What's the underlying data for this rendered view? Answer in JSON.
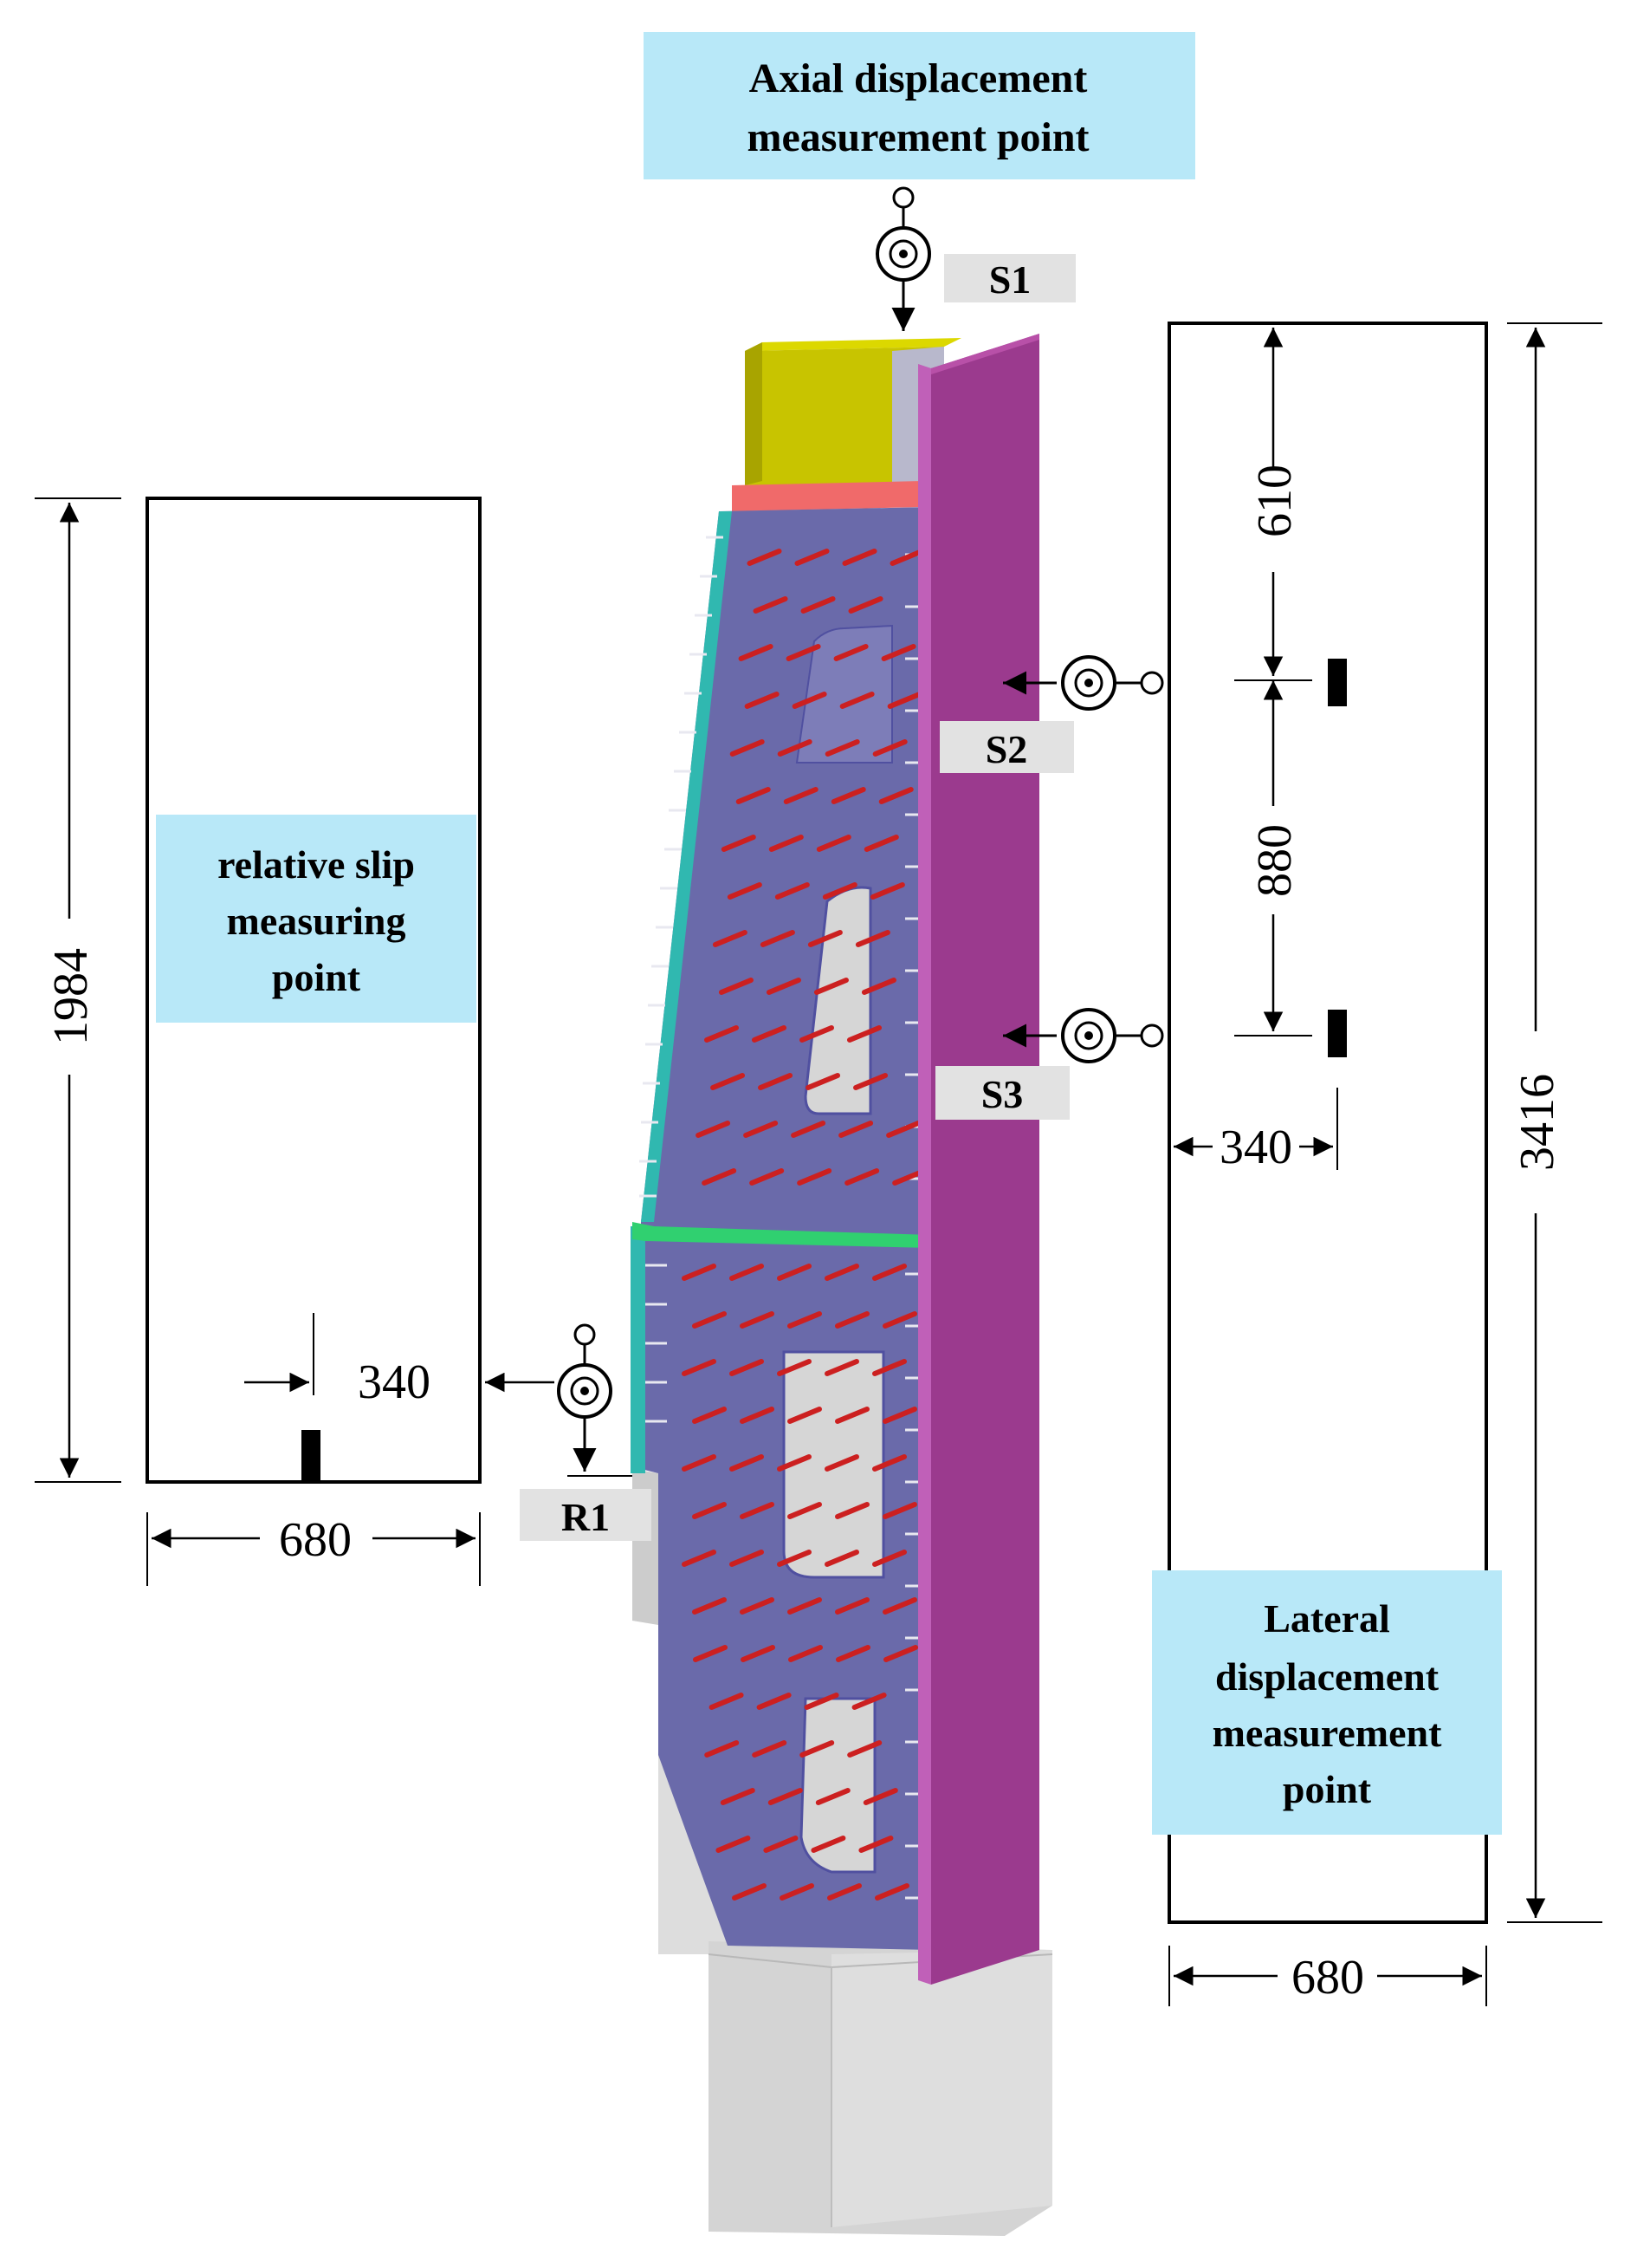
{
  "callouts": {
    "axial": [
      "Axial displacement",
      "measurement point"
    ],
    "slip": [
      "relative slip",
      "measuring",
      "point"
    ],
    "lateral": [
      "Lateral",
      "displacement",
      "measurement",
      "point"
    ]
  },
  "tags": {
    "s1": "S1",
    "s2": "S2",
    "s3": "S3",
    "r1": "R1"
  },
  "dimensions": {
    "left_height": "1984",
    "left_offset": "340",
    "left_width": "680",
    "right_top": "610",
    "right_mid": "880",
    "right_offset": "340",
    "right_height": "3416",
    "right_width": "680"
  },
  "colors": {
    "callout_fill": "#b8e8f8",
    "tag_fill": "#e2e2e2",
    "steel_plate": "#9b3a8e",
    "concrete_face": "#6a6aaa",
    "studs": "#cc2020",
    "top_steel": "#c8c400",
    "red_plate": "#f06a6a",
    "green_plate": "#30d070",
    "cyan_edge": "#30b8b0",
    "ghost": "#d6d6d6"
  }
}
